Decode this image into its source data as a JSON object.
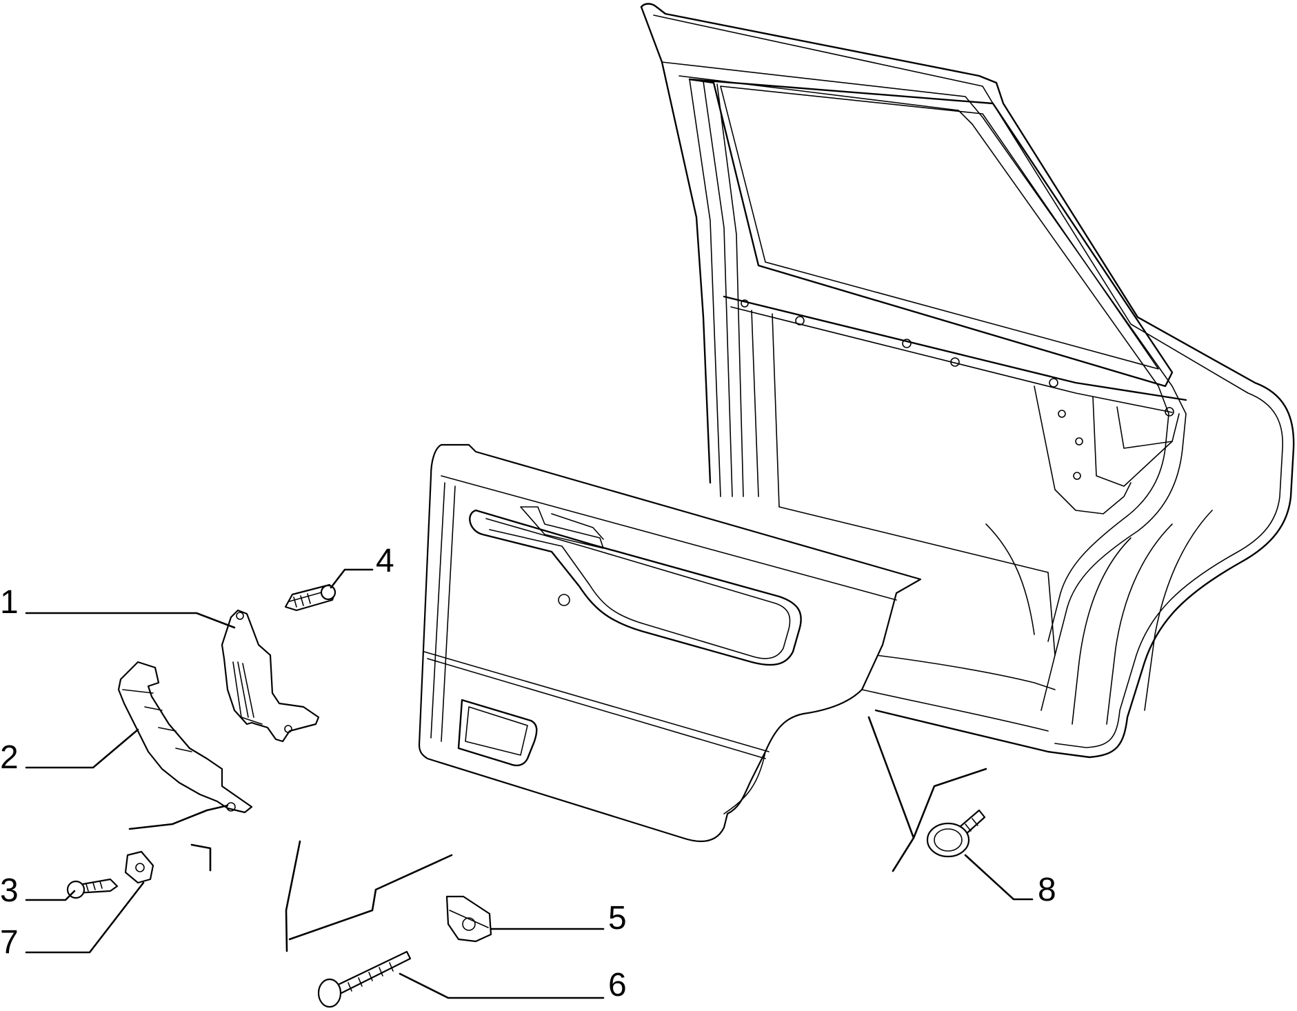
{
  "diagram": {
    "callouts": [
      {
        "id": "1",
        "label": "1",
        "part": "door-pull-handle-bracket"
      },
      {
        "id": "2",
        "label": "2",
        "part": "door-pull-handle-cover"
      },
      {
        "id": "3",
        "label": "3",
        "part": "self-tapping-screw"
      },
      {
        "id": "4",
        "label": "4",
        "part": "handle-screw"
      },
      {
        "id": "5",
        "label": "5",
        "part": "clip-nut"
      },
      {
        "id": "6",
        "label": "6",
        "part": "long-screw"
      },
      {
        "id": "7",
        "label": "7",
        "part": "clip-nut-small"
      },
      {
        "id": "8",
        "label": "8",
        "part": "trim-panel-push-fastener"
      }
    ]
  }
}
